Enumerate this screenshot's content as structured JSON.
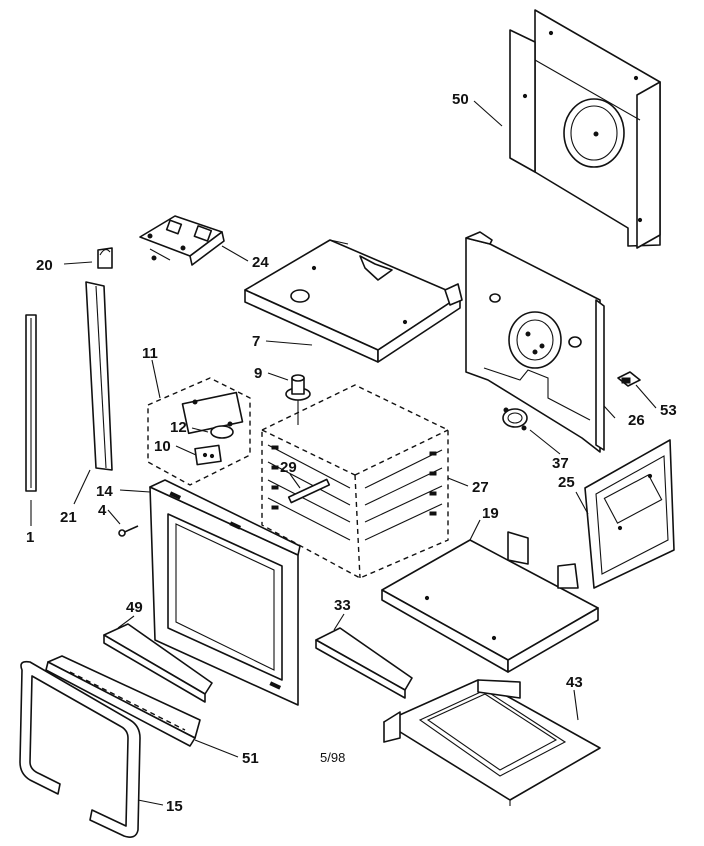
{
  "diagram": {
    "date_code": "5/98",
    "parts": [
      {
        "key": "p50",
        "label": "50"
      },
      {
        "key": "p24",
        "label": "24"
      },
      {
        "key": "p20",
        "label": "20"
      },
      {
        "key": "p7",
        "label": "7"
      },
      {
        "key": "p9",
        "label": "9"
      },
      {
        "key": "p11",
        "label": "11"
      },
      {
        "key": "p12",
        "label": "12"
      },
      {
        "key": "p10",
        "label": "10"
      },
      {
        "key": "p29",
        "label": "29"
      },
      {
        "key": "p27",
        "label": "27"
      },
      {
        "key": "p26",
        "label": "26"
      },
      {
        "key": "p53",
        "label": "53"
      },
      {
        "key": "p37",
        "label": "37"
      },
      {
        "key": "p25",
        "label": "25"
      },
      {
        "key": "p14",
        "label": "14"
      },
      {
        "key": "p4",
        "label": "4"
      },
      {
        "key": "p21",
        "label": "21"
      },
      {
        "key": "p1",
        "label": "1"
      },
      {
        "key": "p19",
        "label": "19"
      },
      {
        "key": "p49",
        "label": "49"
      },
      {
        "key": "p33",
        "label": "33"
      },
      {
        "key": "p43",
        "label": "43"
      },
      {
        "key": "p51",
        "label": "51"
      },
      {
        "key": "p15",
        "label": "15"
      }
    ]
  }
}
